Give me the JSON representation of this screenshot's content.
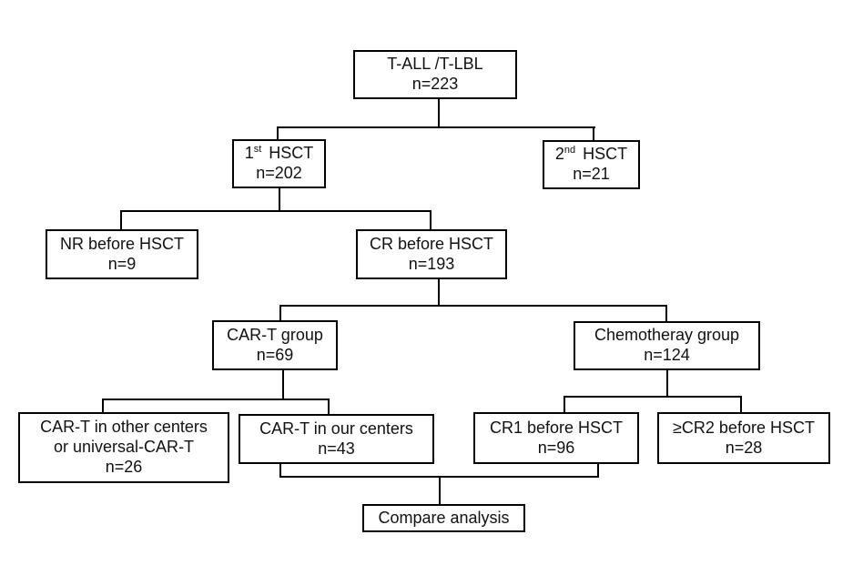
{
  "boxes": {
    "root": {
      "label": "T-ALL /T-LBL",
      "count": "n=223"
    },
    "first_hsct": {
      "num": "1",
      "ordinal": "st",
      "label": "HSCT",
      "count": "n=202"
    },
    "second_hsct": {
      "num": "2",
      "ordinal": "nd",
      "label": "HSCT",
      "count": "n=21"
    },
    "nr_before_hsct": {
      "label": "NR before HSCT",
      "count": "n=9"
    },
    "cr_before_hsct": {
      "label": "CR before HSCT",
      "count": "n=193"
    },
    "car_t_group": {
      "label": "CAR-T group",
      "count": "n=69"
    },
    "chemo_group": {
      "label": "Chemotheray group",
      "count": "n=124"
    },
    "car_t_other": {
      "label_line1": "CAR-T in other centers",
      "label_line2": "or universal-CAR-T",
      "count": "n=26"
    },
    "car_t_our": {
      "label": "CAR-T in our centers",
      "count": "n=43"
    },
    "cr1_before_hsct": {
      "label": "CR1 before HSCT",
      "count": "n=96"
    },
    "cr2_before_hsct": {
      "label": "≥CR2 before HSCT",
      "count": "n=28"
    },
    "compare": {
      "label": "Compare analysis"
    }
  },
  "colors": {
    "background": "#ffffff",
    "box_fill": "#ffffff",
    "box_border": "#000000",
    "connector": "#000000",
    "text": "#111111"
  }
}
